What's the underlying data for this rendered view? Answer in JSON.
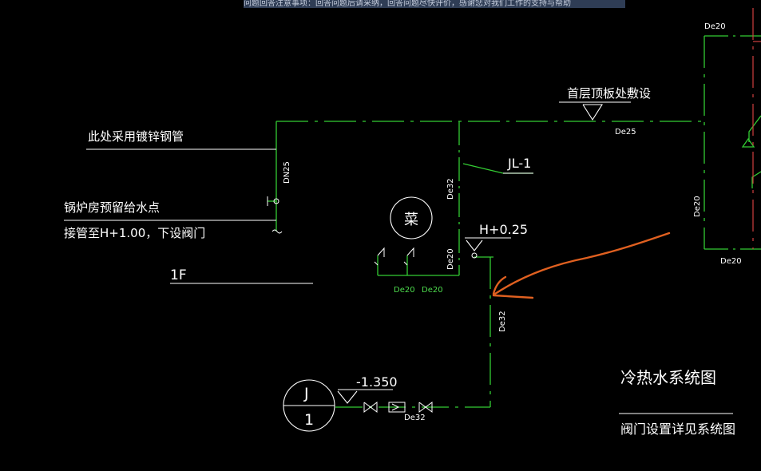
{
  "banner": {
    "text": "问题回答注意事项：回答问题后请采纳，回答问题尽快评价，感谢您对我们工作的支持与帮助"
  },
  "drawing": {
    "labels": {
      "galvanized_pipe_note": "此处采用镀锌钢管",
      "boiler_room_note": "锅炉房预留给水点",
      "connect_pipe_note": "接管至H+1.00，下设阀门",
      "floor_1f": "1F",
      "first_floor_slab_note": "首层顶板处敷设",
      "riser_jl1": "JL-1",
      "elevation_h025": "H+0.25",
      "elevation_m1350": "-1.350",
      "vegetable_mark": "菜",
      "riser_j": "J",
      "riser_j_num": "1",
      "title": "冷热水系统图",
      "subtitle": "阀门设置详见系统图"
    },
    "pipe_sizes": {
      "dn25": "DN25",
      "de25": "De25",
      "de32_a": "De32",
      "de32_b": "De32",
      "de32_c": "De32",
      "de20_a": "De20",
      "de20_b": "De20",
      "de20_c": "De20",
      "de20_top": "De20",
      "de20_right": "De20",
      "de20_bottom": "De20"
    },
    "colors": {
      "background": "#000000",
      "pipe_green": "#33cc33",
      "text_white": "#ffffff",
      "label_green": "#4ddb4d",
      "annotation_orange": "#e06020",
      "riser_red": "#d04040"
    }
  }
}
